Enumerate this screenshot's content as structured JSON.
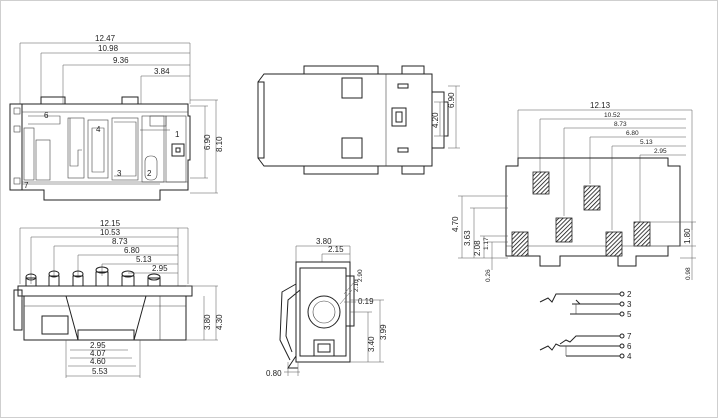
{
  "views": {
    "top_left": {
      "dims": [
        "12.47",
        "10.98",
        "9.36",
        "3.84",
        "6.90",
        "8.10"
      ],
      "pin_labels": [
        "6",
        "4",
        "1",
        "2",
        "3",
        "7"
      ]
    },
    "top_middle": {
      "dims": [
        "4.20",
        "6.90"
      ]
    },
    "pcb_layout": {
      "dims": [
        "12.13",
        "10.52",
        "8.73",
        "6.80",
        "5.13",
        "2.95",
        "4.70",
        "3.63",
        "2.08",
        "1.17",
        "0.26",
        "1.80",
        "0.98"
      ]
    },
    "front_view": {
      "dims": [
        "12.15",
        "10.53",
        "8.73",
        "6.80",
        "5.13",
        "2.95",
        "3.80",
        "4.30",
        "2.95",
        "4.07",
        "4.60",
        "5.53"
      ]
    },
    "side_view": {
      "dims": [
        "3.80",
        "2.15",
        "2.90",
        "2.10",
        "0.19",
        "3.40",
        "3.99",
        "0.80"
      ]
    },
    "schematic": {
      "pins": [
        "2",
        "3",
        "5",
        "7",
        "6",
        "4"
      ]
    }
  }
}
